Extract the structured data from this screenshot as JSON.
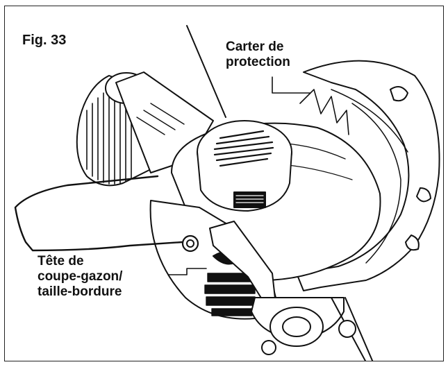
{
  "figure": {
    "number_label": "Fig. 33",
    "callouts": {
      "guard": [
        "Carter de",
        "protection"
      ],
      "head": [
        "Tête de",
        "coupe-gazon/",
        "taille-bordure"
      ]
    }
  },
  "colors": {
    "ink": "#111111",
    "frame": "#222222",
    "background": "#ffffff",
    "shade": "#dcdcdc"
  }
}
